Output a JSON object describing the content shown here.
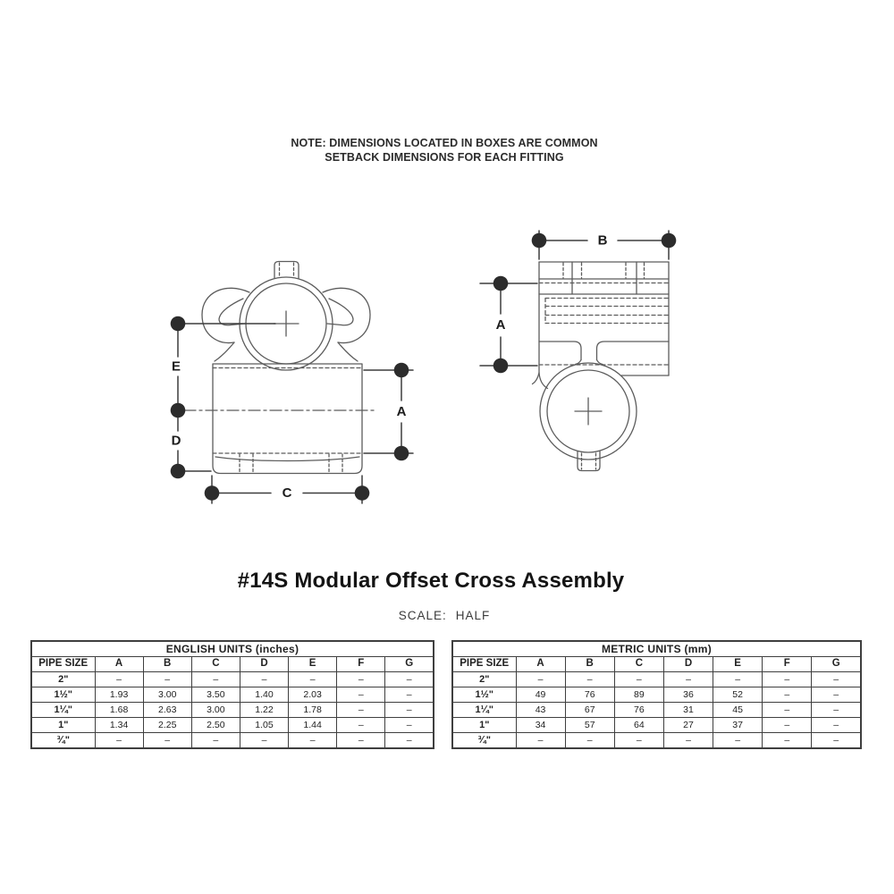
{
  "page": {
    "note_line1": "NOTE: DIMENSIONS LOCATED IN BOXES ARE COMMON",
    "note_line2": "SETBACK DIMENSIONS FOR EACH FITTING",
    "title": "#14S Modular Offset Cross Assembly",
    "scale_label": "SCALE:",
    "scale_value": "HALF"
  },
  "drawing": {
    "front_view": {
      "dim_labels": {
        "e": "E",
        "d": "D",
        "a": "A",
        "c": "C"
      }
    },
    "side_view": {
      "dim_labels": {
        "b": "B",
        "a": "A"
      }
    }
  },
  "tables": {
    "english": {
      "title": "ENGLISH UNITS (inches)",
      "columns": [
        "PIPE SIZE",
        "A",
        "B",
        "C",
        "D",
        "E",
        "F",
        "G"
      ],
      "rows": [
        [
          "2\"",
          "–",
          "–",
          "–",
          "–",
          "–",
          "–",
          "–"
        ],
        [
          "1½\"",
          "1.93",
          "3.00",
          "3.50",
          "1.40",
          "2.03",
          "–",
          "–"
        ],
        [
          "1¼\"",
          "1.68",
          "2.63",
          "3.00",
          "1.22",
          "1.78",
          "–",
          "–"
        ],
        [
          "1\"",
          "1.34",
          "2.25",
          "2.50",
          "1.05",
          "1.44",
          "–",
          "–"
        ],
        [
          "¾\"",
          "–",
          "–",
          "–",
          "–",
          "–",
          "–",
          "–"
        ]
      ]
    },
    "metric": {
      "title": "METRIC UNITS (mm)",
      "columns": [
        "PIPE SIZE",
        "A",
        "B",
        "C",
        "D",
        "E",
        "F",
        "G"
      ],
      "rows": [
        [
          "2\"",
          "–",
          "–",
          "–",
          "–",
          "–",
          "–",
          "–"
        ],
        [
          "1½\"",
          "49",
          "76",
          "89",
          "36",
          "52",
          "–",
          "–"
        ],
        [
          "1¼\"",
          "43",
          "67",
          "76",
          "31",
          "45",
          "–",
          "–"
        ],
        [
          "1\"",
          "34",
          "57",
          "64",
          "27",
          "37",
          "–",
          "–"
        ],
        [
          "¾\"",
          "–",
          "–",
          "–",
          "–",
          "–",
          "–",
          "–"
        ]
      ]
    }
  },
  "colors": {
    "drawing_line": "#5c5c5c",
    "dimension_line": "#3d3d3d",
    "marker_dot": "#2c2c2c",
    "text": "#222222",
    "table_border": "#3f3f3f",
    "background": "#ffffff"
  }
}
